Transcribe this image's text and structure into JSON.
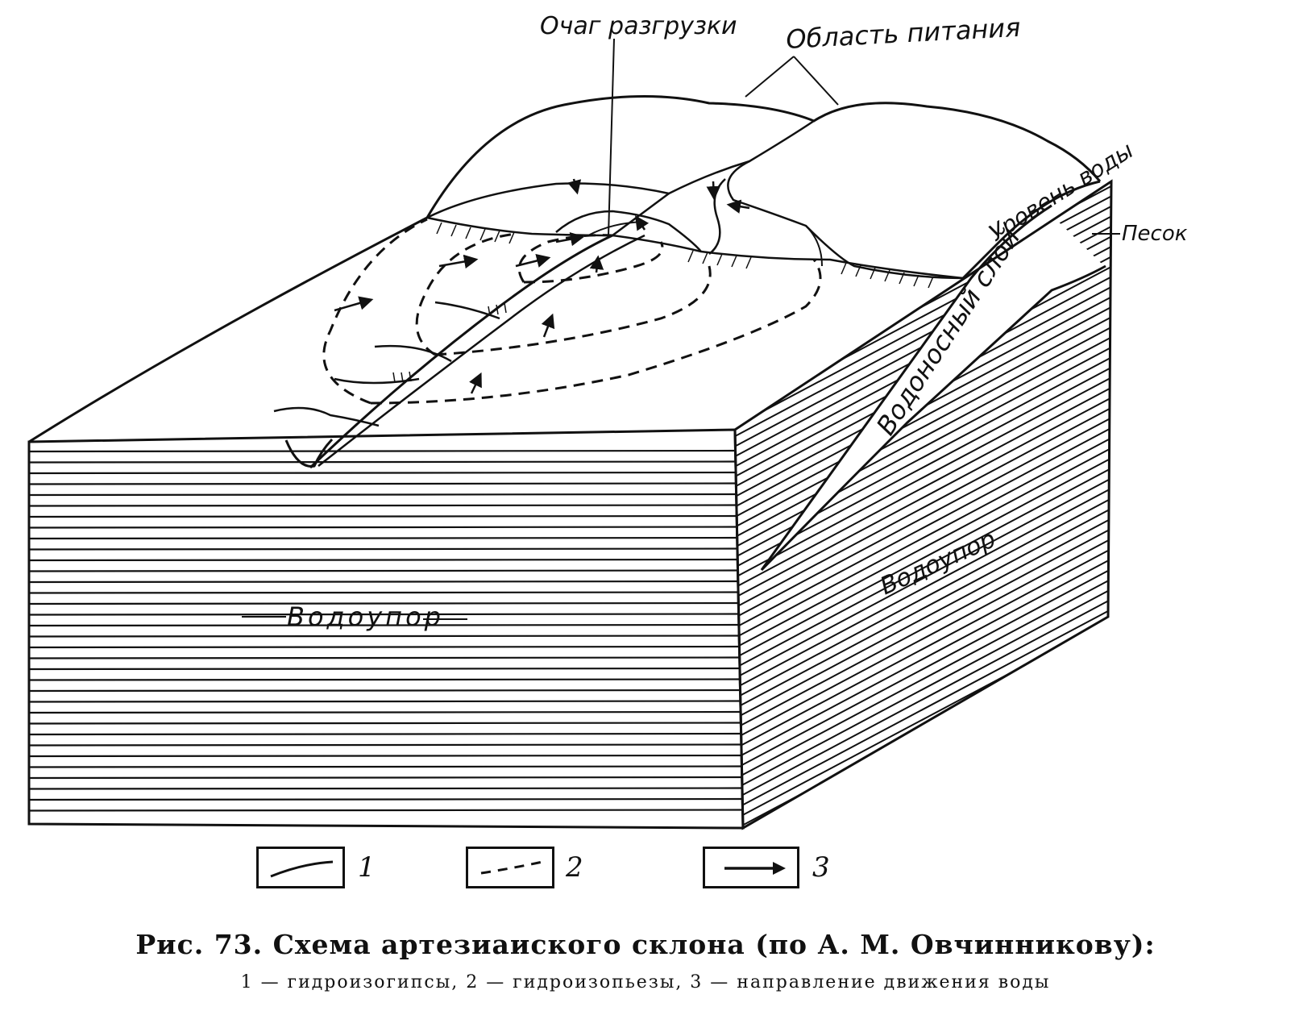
{
  "labels": {
    "discharge": "Очаг разгрузки",
    "recharge": "Область питания",
    "water_level": "Уровень воды",
    "sand": "Песок",
    "aquifer": "Водоносный слой",
    "aquitard_front": "Водоупор",
    "aquitard_side": "Водоупор"
  },
  "legend": [
    {
      "num": "1",
      "symbol": "solid-line"
    },
    {
      "num": "2",
      "symbol": "dashed-line"
    },
    {
      "num": "3",
      "symbol": "arrow"
    }
  ],
  "caption": {
    "title": "Рис. 73. Схема артезиаиского склона (по А. М. Овчинникову):",
    "legend_text": "1 — гидроизогипсы, 2 — гидроизопьезы, 3 — направление движения воды"
  }
}
